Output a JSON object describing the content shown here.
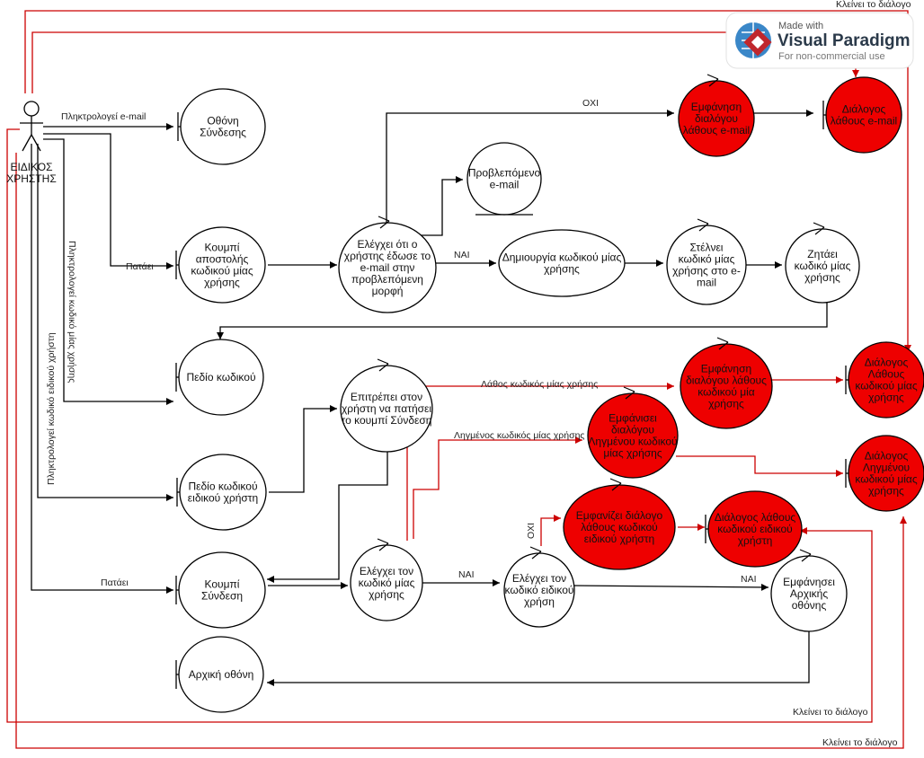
{
  "actor": {
    "name_line1": "ΕΙΔΙΚΟΣ",
    "name_line2": "ΧΡΗΣΤΗΣ"
  },
  "boundaries": {
    "login_screen": [
      "Οθόνη",
      "Σύνδεσης"
    ],
    "send_code_button": [
      "Κουμπί",
      "αποστολής",
      "κωδικού μίας",
      "χρήσης"
    ],
    "code_field": [
      "Πεδίο κωδικού"
    ],
    "special_code_field": [
      "Πεδίο κωδικού",
      "ειδικού χρήστη"
    ],
    "login_button": [
      "Κουμπί",
      "Σύνδεση"
    ],
    "home_screen": [
      "Αρχική οθόνη"
    ],
    "email_error_dialog": [
      "Διάλογος",
      "λάθους e-mail"
    ],
    "otp_error_dialog": [
      "Διάλογος",
      "Λάθους",
      "κωδικού μίας",
      "χρήσης"
    ],
    "otp_expired_dialog": [
      "Διάλογος",
      "Ληγμένου",
      "κωδικού μίας",
      "χρήσης"
    ],
    "special_error_dialog": [
      "Διάλογος λάθους",
      "κωδικού ειδικού",
      "χρήστη"
    ]
  },
  "entities": {
    "expected_email": [
      "Προβλεπόμενο",
      "e-mail"
    ],
    "otp_generation": [
      "Δημιουργία κωδικού μίας",
      "χρήσης"
    ]
  },
  "controls": {
    "check_email": [
      "Ελέγχει ότι ο",
      "χρήστης έδωσε το",
      "e-mail στην",
      "προβλεπόμενη",
      "μορφή"
    ],
    "show_email_error": [
      "Εμφάνηση",
      "διαλόγου",
      "λάθους e-mail"
    ],
    "send_code": [
      "Στέλνει",
      "κωδικό μίας",
      "χρήσης στο e-",
      "mail"
    ],
    "ask_code": [
      "Ζητάει",
      "κωδικό μίας",
      "χρήσης"
    ],
    "allow_login": [
      "Επιτρέπει στον",
      "χρήστη να πατήσει",
      "το κουμπί Σύνδεση"
    ],
    "show_otp_error": [
      "Εμφάνηση",
      "διαλόγου λάθους",
      "κωδικού μία",
      "χρήσης"
    ],
    "show_otp_expired": [
      "Εμφάνισει",
      "διαλόγου",
      "Ληγμένου κωδικού",
      "μίας χρήσης"
    ],
    "show_special_error": [
      "Εμφανίζει διάλογο",
      "λάθους κωδικού",
      "ειδικού χρήστη"
    ],
    "check_otp": [
      "Ελέγχει τον",
      "κωδικό μίας",
      "χρήσης"
    ],
    "check_special": [
      "Ελέγχει τον",
      "κωδικό ειδικού",
      "χρήση"
    ],
    "show_home": [
      "Εμφάνησει",
      "Αρχικής",
      "οθόνης"
    ]
  },
  "edge_labels": {
    "types_email": "Πληκτρολογεί e-mail",
    "presses_1": "Πατάει",
    "presses_2": "Πατάει",
    "types_otp": "Πληκτρολογεί κωδικό μίας χρήσης",
    "types_special": "Πληκτρολογεί κωδικό ειδικού χρήστη",
    "no_1": "ΟΧΙ",
    "yes_1": "ΝΑΙ",
    "yes_2": "ΝΑΙ",
    "yes_3": "ΝΑΙ",
    "no_2": "ΟΧΙ",
    "wrong_otp": "Λάθος κωδικός μίας χρήσης",
    "expired_otp": "Ληγμένος κωδικός μίας χρήσης",
    "closes_dialog_1": "Κλείνει το διάλογο",
    "closes_dialog_2": "Κλείνει το διάλογο",
    "closes_dialog_3": "Κλείνει το διάλογο"
  },
  "watermark": {
    "line1": "Made with",
    "line2": "Visual Paradigm",
    "line3": "For non-commercial use"
  },
  "colors": {
    "error_fill": "#ee0000",
    "error_line": "#cc0000",
    "line": "#000000"
  }
}
